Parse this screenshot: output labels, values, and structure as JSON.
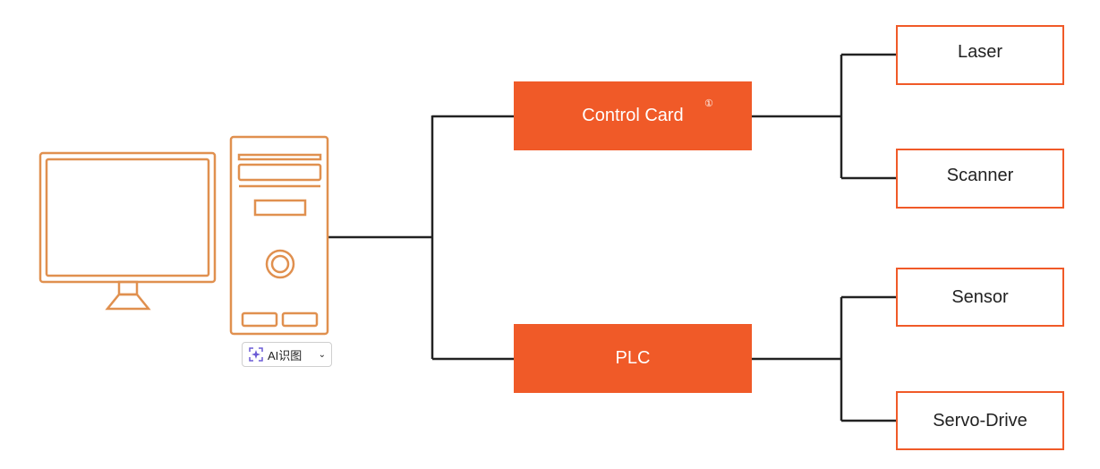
{
  "colors": {
    "accent": "#F05A28",
    "computer_outline": "#E0904F",
    "line": "#222222"
  },
  "nodes": {
    "control_card": "Control Card",
    "control_card_note": "①",
    "plc": "PLC",
    "laser": "Laser",
    "scanner": "Scanner",
    "sensor": "Sensor",
    "servo_drive": "Servo-Drive"
  },
  "ai_widget": {
    "label": "AI识图",
    "icon": "sparkle-scan-icon",
    "dropdown_icon": "chevron-down-icon"
  }
}
